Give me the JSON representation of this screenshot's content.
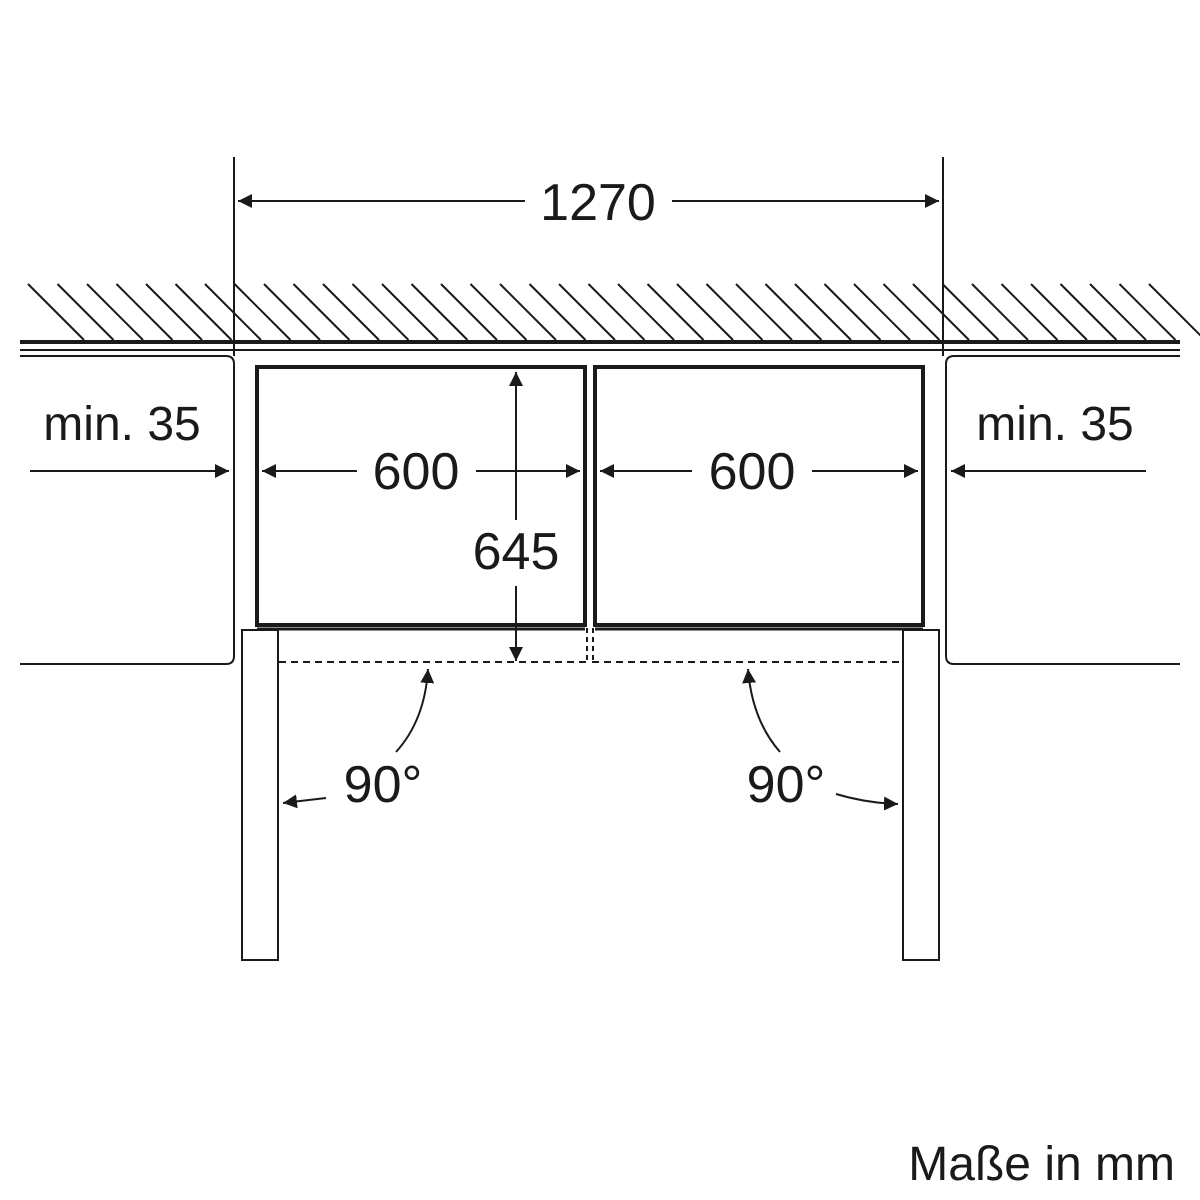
{
  "diagram": {
    "labels": {
      "total_width": "1270",
      "left_min_gap": "min. 35",
      "right_min_gap": "min. 35",
      "left_unit_width": "600",
      "right_unit_width": "600",
      "depth": "645",
      "left_door_angle": "90°",
      "right_door_angle": "90°",
      "units_note": "Maße in mm"
    },
    "colors": {
      "line": "#1a1a1a",
      "background": "#ffffff"
    }
  }
}
